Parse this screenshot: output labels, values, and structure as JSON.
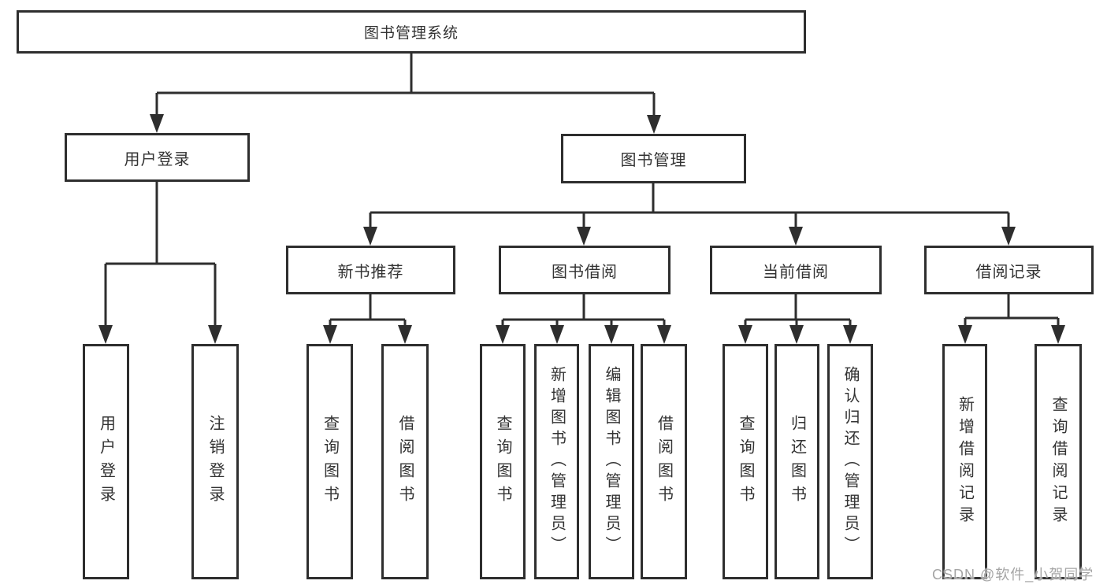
{
  "colors": {
    "line": "#2e2e2e",
    "text": "#333333",
    "watermark": "#a5a5a5",
    "background": "#ffffff"
  },
  "watermark": "CSDN @软件_小贺同学",
  "tree": {
    "root": "图书管理系统",
    "branches": [
      {
        "label": "用户登录",
        "children": [
          "用户登录",
          "注销登录"
        ]
      },
      {
        "label": "图书管理",
        "groups": [
          {
            "label": "新书推荐",
            "children": [
              "查询图书",
              "借阅图书"
            ]
          },
          {
            "label": "图书借阅",
            "children": [
              "查询图书",
              "新增图书（管理员）",
              "编辑图书（管理员）",
              "借阅图书"
            ]
          },
          {
            "label": "当前借阅",
            "children": [
              "查询图书",
              "归还图书",
              "确认归还（管理员）"
            ]
          },
          {
            "label": "借阅记录",
            "children": [
              "新增借阅记录",
              "查询借阅记录"
            ]
          }
        ]
      }
    ]
  }
}
